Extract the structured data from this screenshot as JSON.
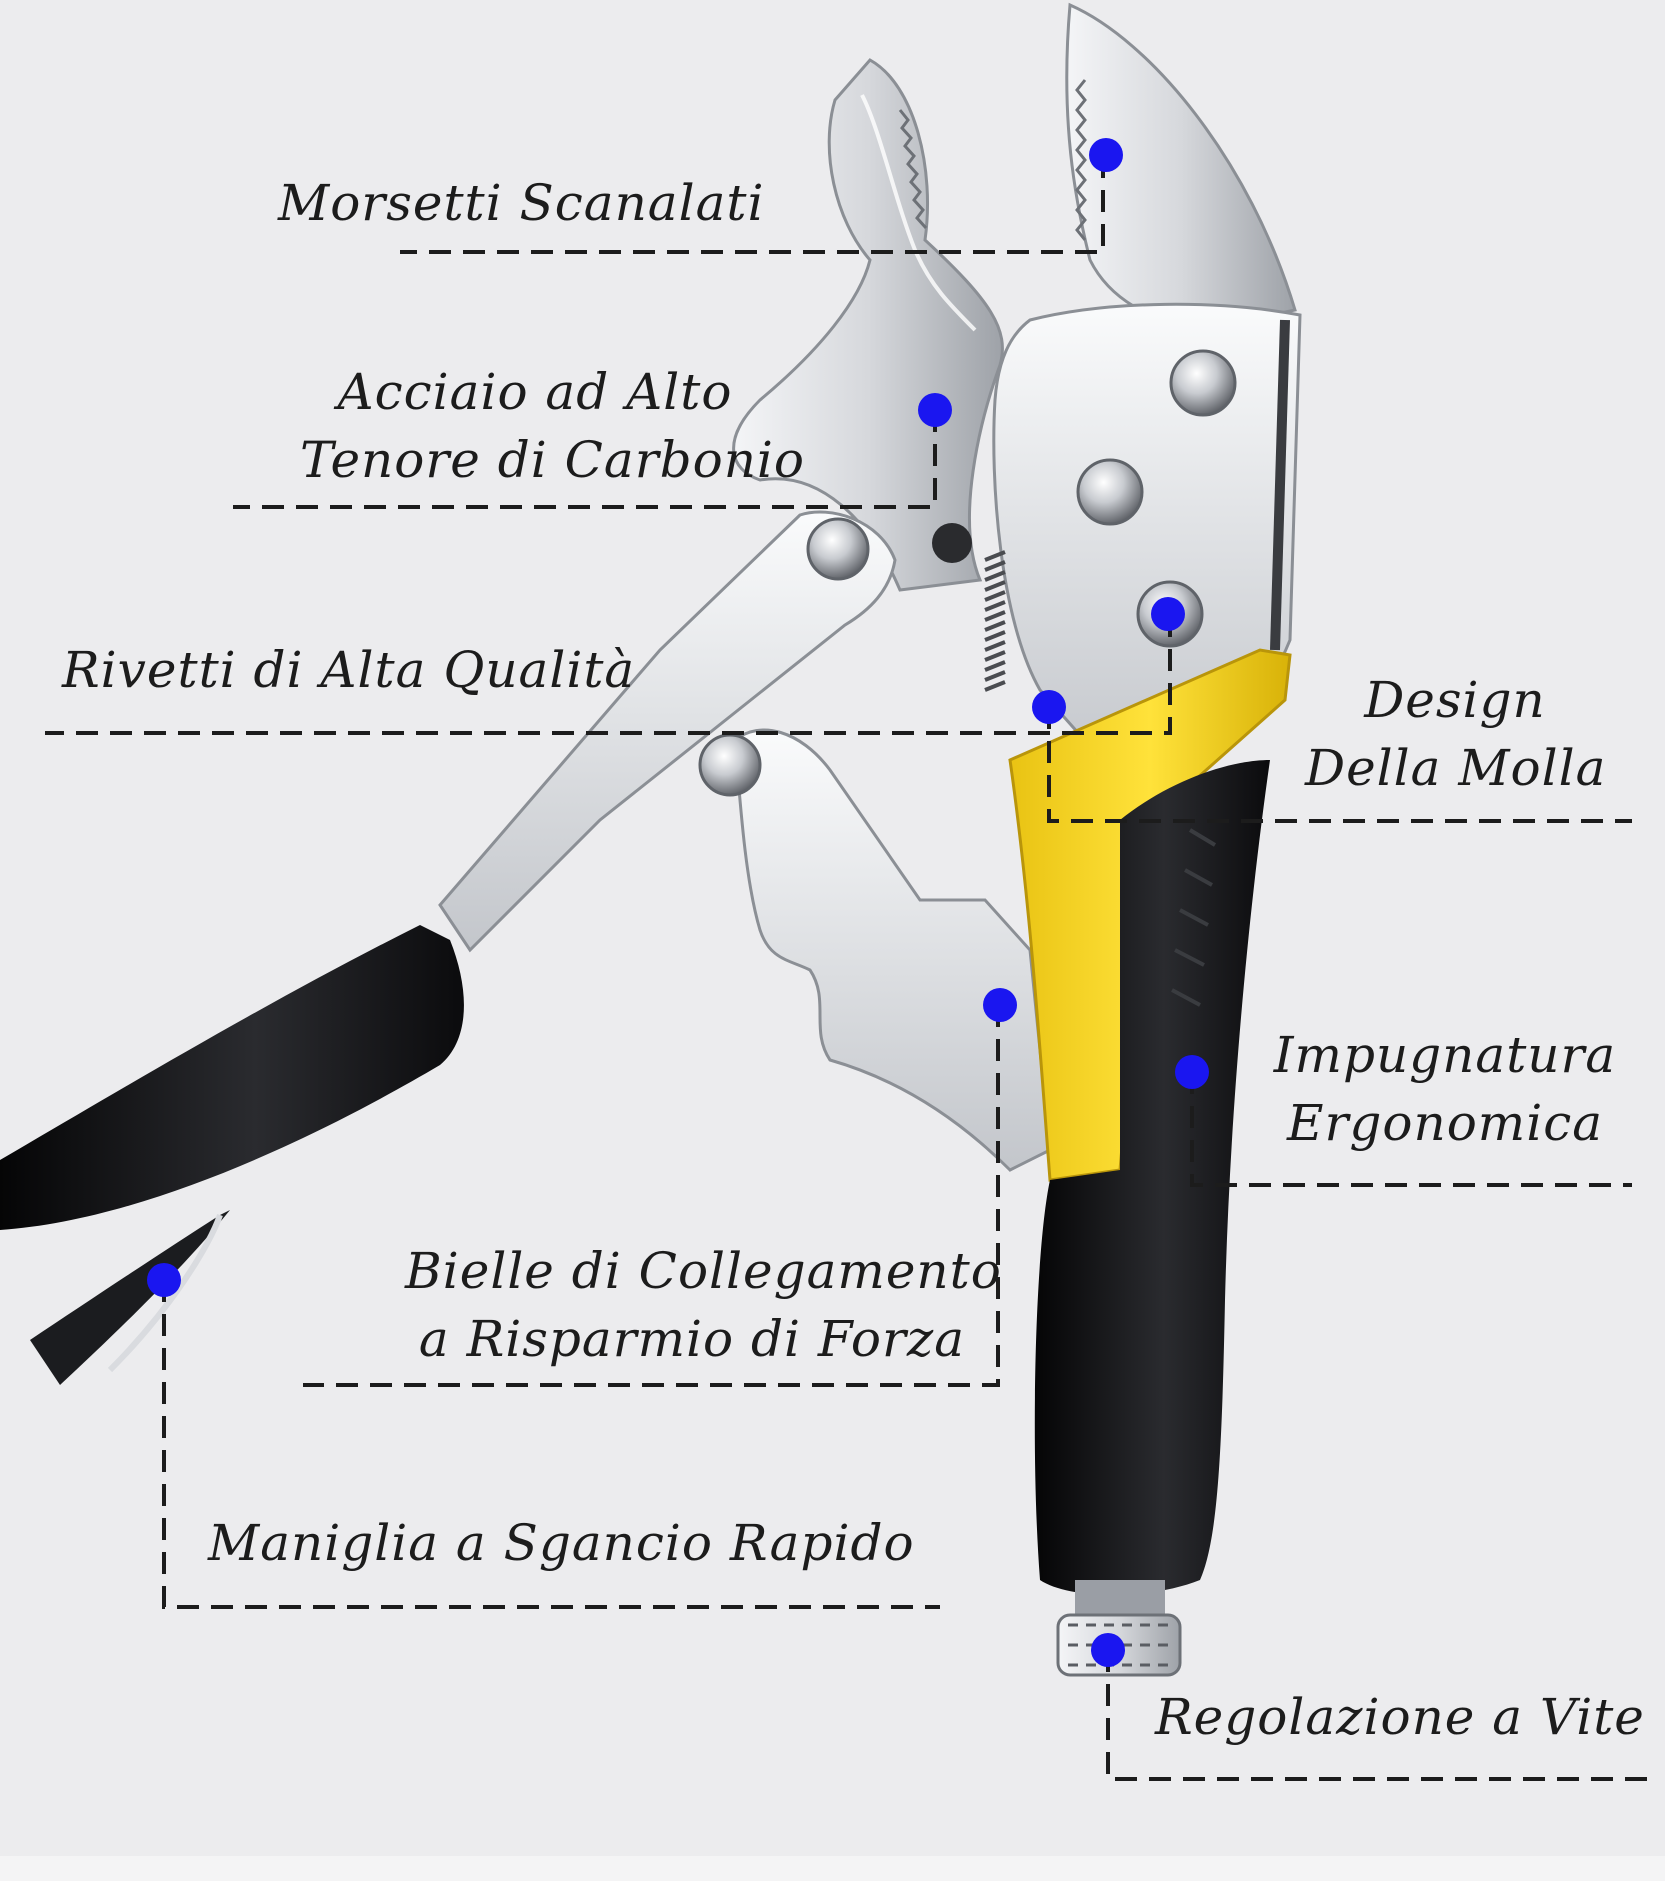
{
  "diagram": {
    "subject": "locking-pliers",
    "colors": {
      "background": "#ececee",
      "steel": "#d9dbdf",
      "steel_shadow": "#9a9ea5",
      "grip_black": "#17181b",
      "accent_yellow": "#f4d21c",
      "marker_blue": "#1a16f0",
      "leader_line": "#1c1c1c"
    },
    "callouts": [
      {
        "id": "morsetti",
        "lines": [
          "Morsetti Scanalati"
        ]
      },
      {
        "id": "acciaio",
        "lines": [
          "Acciaio ad Alto",
          "Tenore di Carbonio"
        ]
      },
      {
        "id": "rivetti",
        "lines": [
          "Rivetti di Alta Qualità"
        ]
      },
      {
        "id": "molla",
        "lines": [
          "Design",
          "Della Molla"
        ]
      },
      {
        "id": "impugnatura",
        "lines": [
          "Impugnatura",
          "Ergonomica"
        ]
      },
      {
        "id": "bielle",
        "lines": [
          "Bielle di Collegamento",
          "a Risparmio di Forza"
        ]
      },
      {
        "id": "maniglia",
        "lines": [
          "Maniglia a Sgancio Rapido"
        ]
      },
      {
        "id": "vite",
        "lines": [
          "Regolazione a Vite"
        ]
      }
    ]
  }
}
